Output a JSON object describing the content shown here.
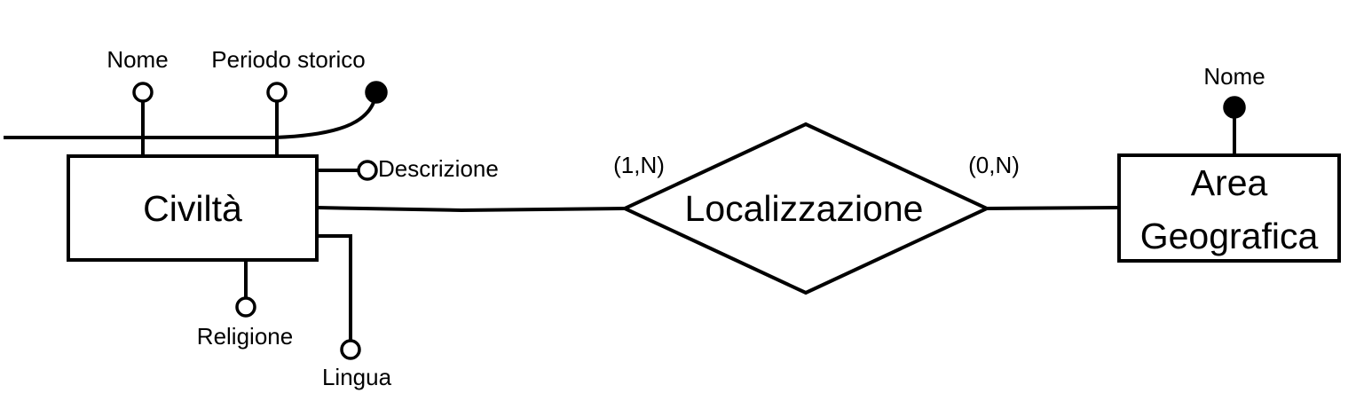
{
  "diagram": {
    "entities": {
      "civilta": {
        "name": "Civiltà"
      },
      "area": {
        "name_line1": "Area",
        "name_line2": "Geografica"
      }
    },
    "relationship": {
      "name": "Localizzazione"
    },
    "cardinalities": {
      "civilta_side": "(1,N)",
      "area_side": "(0,N)"
    },
    "attributes": {
      "civilta_nome": "Nome",
      "civilta_periodo": "Periodo storico",
      "civilta_descrizione": "Descrizione",
      "civilta_religione": "Religione",
      "civilta_lingua": "Lingua",
      "area_nome": "Nome"
    },
    "colors": {
      "stroke": "#000000",
      "background": "#ffffff"
    }
  }
}
